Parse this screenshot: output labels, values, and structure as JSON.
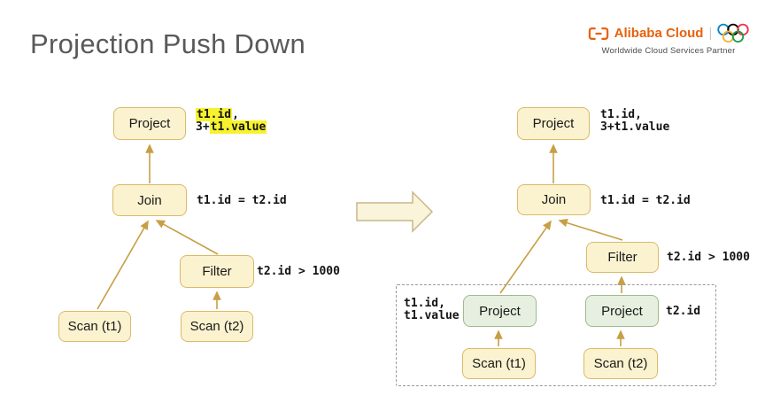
{
  "title": "Projection Push Down",
  "logo": {
    "brand": "Alibaba Cloud",
    "separator": "|",
    "tagline": "Worldwide Cloud Services Partner",
    "brand_color": "#e8620c",
    "ring_colors": [
      "#0885c2",
      "#000000",
      "#ed334e",
      "#fbb22e",
      "#1c9f47"
    ]
  },
  "colors": {
    "node_cream_fill": "#fbf2d0",
    "node_cream_border": "#d9ba67",
    "node_green_fill": "#e7f0e0",
    "node_green_border": "#9fba8b",
    "edge": "#c79f44",
    "highlight": "#f7f22f",
    "dashed_box": "#9a9a9a",
    "title_text": "#595959"
  },
  "left_tree": {
    "project": "Project",
    "join": "Join",
    "filter": "Filter",
    "scan_t1": "Scan (t1)",
    "scan_t2": "Scan (t2)",
    "ann": {
      "proj_l1_hl": "t1.id",
      "proj_l1_tail": ",",
      "proj_l2_head": "3+",
      "proj_l2_hl": "t1.value",
      "join": "t1.id = t2.id",
      "filter": "t2.id > 1000"
    }
  },
  "right_tree": {
    "project": "Project",
    "join": "Join",
    "filter": "Filter",
    "pushed_project_t1": "Project",
    "pushed_project_t2": "Project",
    "scan_t1": "Scan (t1)",
    "scan_t2": "Scan (t2)",
    "ann": {
      "proj_l1": "t1.id,",
      "proj_l2": "3+t1.value",
      "join": "t1.id = t2.id",
      "filter": "t2.id > 1000",
      "push_t1_l1": "t1.id,",
      "push_t1_l2": "t1.value",
      "push_t2": "t2.id"
    }
  }
}
